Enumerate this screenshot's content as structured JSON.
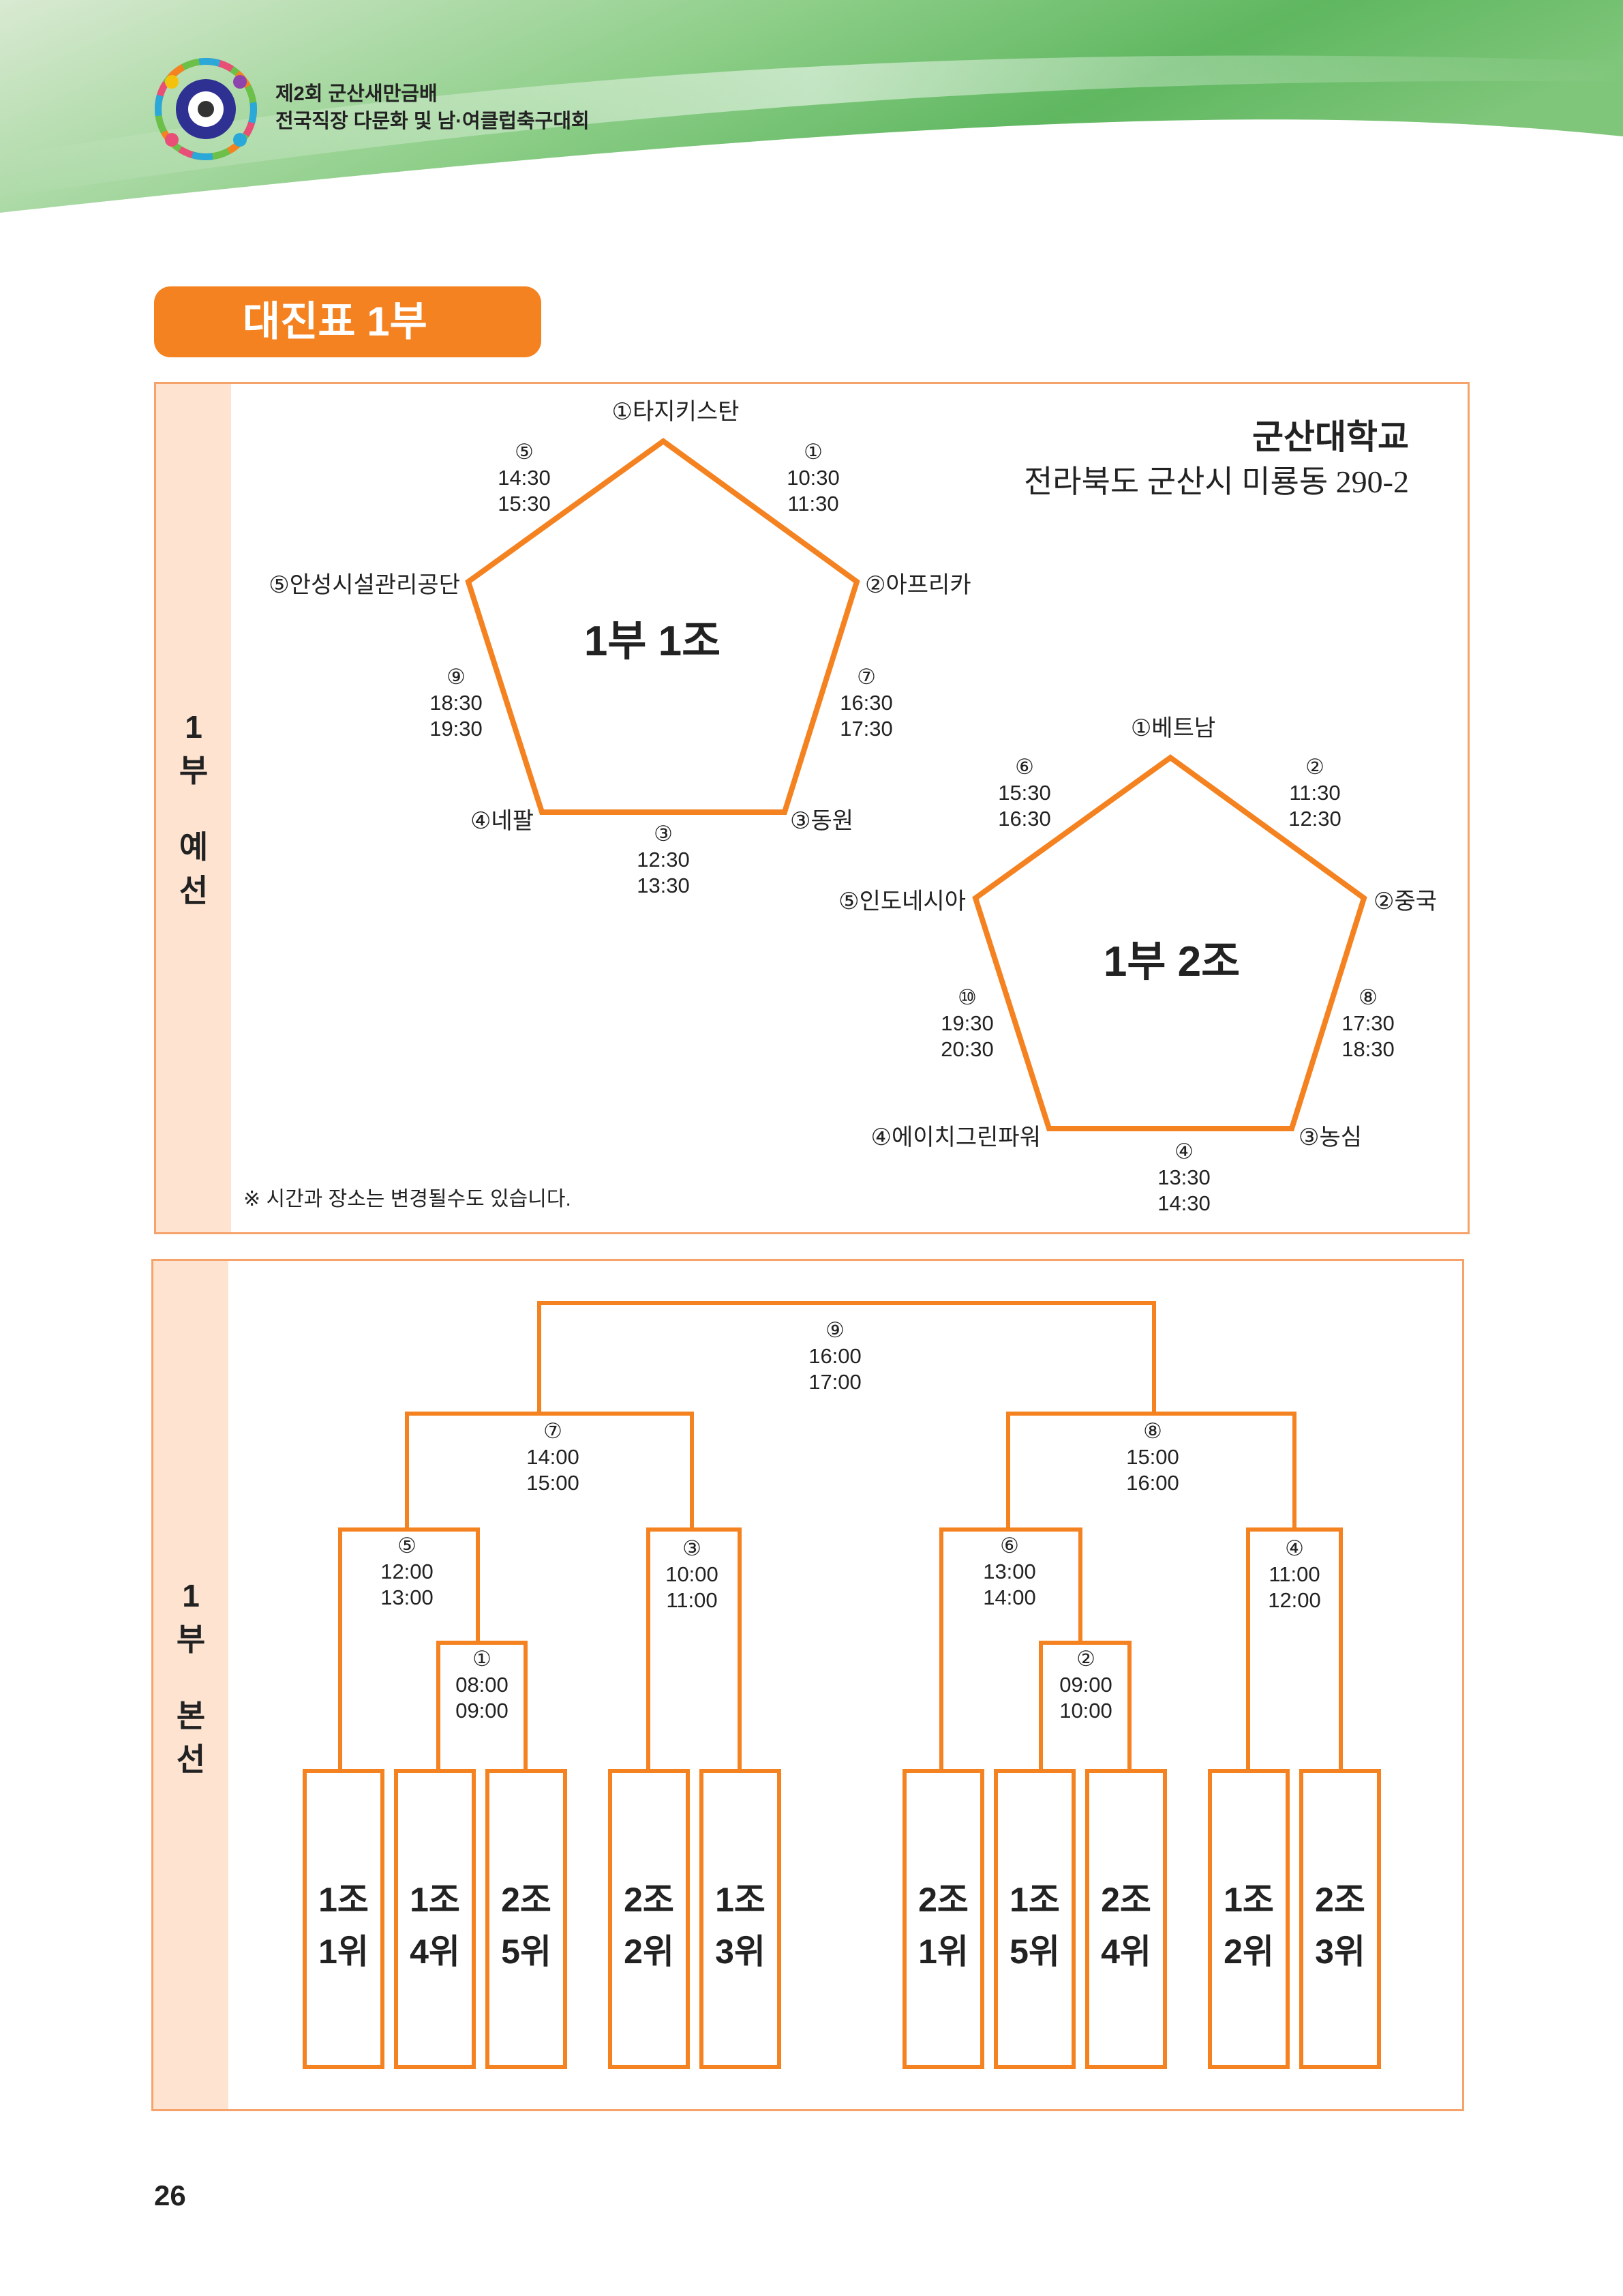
{
  "header": {
    "title_line1": "제2회 군산새만금배",
    "title_line2": "전국직장 다문화 및 남·여클럽축구대회",
    "logo_icon": "kumfa-emblem-icon"
  },
  "section": {
    "title": "대진표 1부"
  },
  "preliminary": {
    "side_label": [
      "1",
      "부",
      "예",
      "선"
    ],
    "venue": {
      "name": "군산대학교",
      "address": "전라북도 군산시 미룡동 290-2"
    },
    "note": "※ 시간과 장소는 변경될수도 있습니다.",
    "groups": [
      {
        "name": "1부 1조",
        "teams": [
          "①타지키스탄",
          "②아프리카",
          "③동원",
          "④네팔",
          "⑤안성시설관리공단"
        ],
        "matches": [
          {
            "no": "①",
            "start": "10:30",
            "end": "11:30"
          },
          {
            "no": "⑦",
            "start": "16:30",
            "end": "17:30"
          },
          {
            "no": "③",
            "start": "12:30",
            "end": "13:30"
          },
          {
            "no": "⑨",
            "start": "18:30",
            "end": "19:30"
          },
          {
            "no": "⑤",
            "start": "14:30",
            "end": "15:30"
          }
        ]
      },
      {
        "name": "1부 2조",
        "teams": [
          "①베트남",
          "②중국",
          "③농심",
          "④에이치그린파워",
          "⑤인도네시아"
        ],
        "matches": [
          {
            "no": "②",
            "start": "11:30",
            "end": "12:30"
          },
          {
            "no": "⑧",
            "start": "17:30",
            "end": "18:30"
          },
          {
            "no": "④",
            "start": "13:30",
            "end": "14:30"
          },
          {
            "no": "⑩",
            "start": "19:30",
            "end": "20:30"
          },
          {
            "no": "⑥",
            "start": "15:30",
            "end": "16:30"
          }
        ]
      }
    ]
  },
  "finals": {
    "side_label": [
      "1",
      "부",
      "본",
      "선"
    ],
    "matches": {
      "final": {
        "no": "⑨",
        "start": "16:00",
        "end": "17:00"
      },
      "semi_l": {
        "no": "⑦",
        "start": "14:00",
        "end": "15:00"
      },
      "semi_r": {
        "no": "⑧",
        "start": "15:00",
        "end": "16:00"
      },
      "qf1": {
        "no": "⑤",
        "start": "12:00",
        "end": "13:00"
      },
      "qf2": {
        "no": "③",
        "start": "10:00",
        "end": "11:00"
      },
      "qf3": {
        "no": "⑥",
        "start": "13:00",
        "end": "14:00"
      },
      "qf4": {
        "no": "④",
        "start": "11:00",
        "end": "12:00"
      },
      "r1": {
        "no": "①",
        "start": "08:00",
        "end": "09:00"
      },
      "r2": {
        "no": "②",
        "start": "09:00",
        "end": "10:00"
      }
    },
    "slots": [
      {
        "line1": "1조",
        "line2": "1위"
      },
      {
        "line1": "1조",
        "line2": "4위"
      },
      {
        "line1": "2조",
        "line2": "5위"
      },
      {
        "line1": "2조",
        "line2": "2위"
      },
      {
        "line1": "1조",
        "line2": "3위"
      },
      {
        "line1": "2조",
        "line2": "1위"
      },
      {
        "line1": "1조",
        "line2": "5위"
      },
      {
        "line1": "2조",
        "line2": "4위"
      },
      {
        "line1": "1조",
        "line2": "2위"
      },
      {
        "line1": "2조",
        "line2": "3위"
      }
    ]
  },
  "footer": {
    "page_number": "26"
  },
  "colors": {
    "accent": "#f58220",
    "panel_border": "#f6a26b",
    "side_fill": "#fde3d0"
  }
}
